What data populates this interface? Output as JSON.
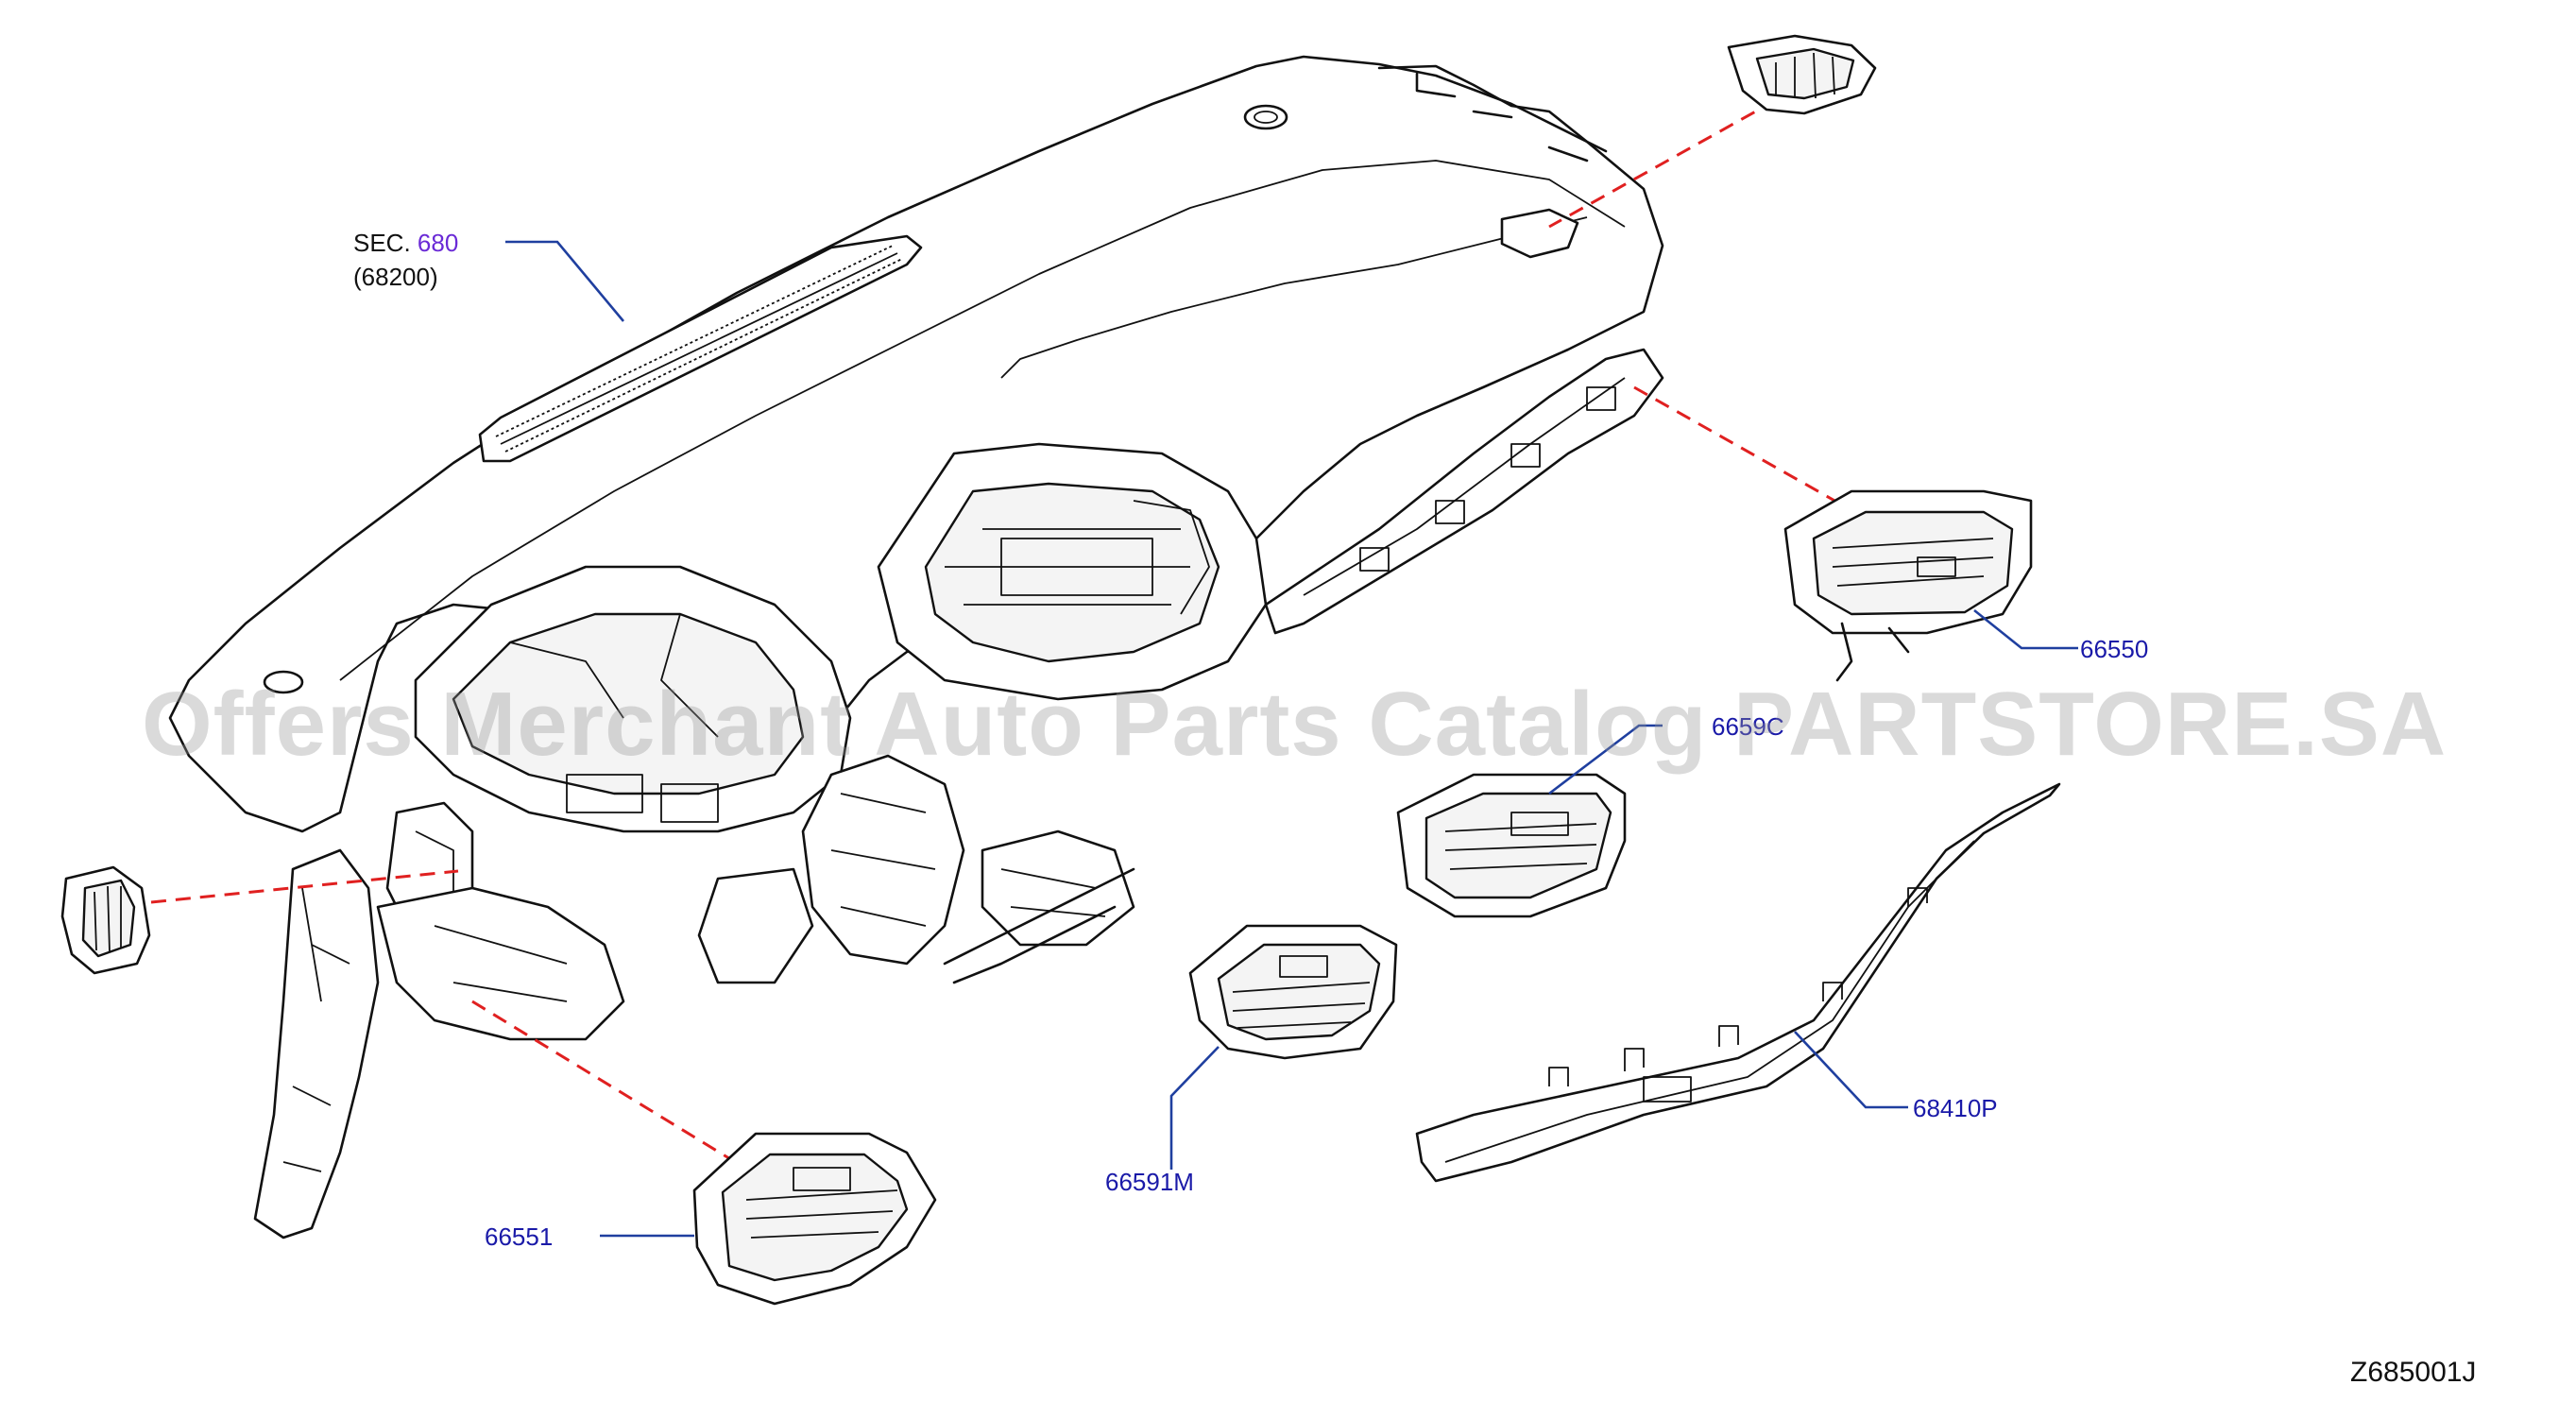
{
  "callouts": {
    "sec_prefix": "SEC.",
    "sec_number": "680",
    "sec_ref": "(68200)",
    "part_66550": "66550",
    "part_66590": "6659C",
    "part_66591m": "66591M",
    "part_66551": "66551",
    "part_68410p": "68410P"
  },
  "watermark": "Offers Merchant Auto Parts Catalog PARTSTORE.SA",
  "diagram_code": "Z685001J",
  "colors": {
    "callout_text": "#1a1aa8",
    "section_link": "#6a2ad6",
    "leader_line": "#1f3f9f",
    "phantom_line": "#e02020"
  }
}
